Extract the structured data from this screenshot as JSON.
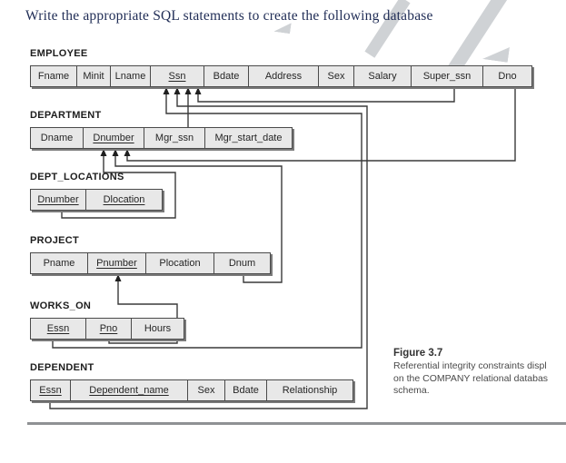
{
  "page": {
    "title": "Write the appropriate SQL statements to create the following database"
  },
  "schema": {
    "tables": [
      {
        "name": "EMPLOYEE",
        "columns": [
          {
            "label": "Fname",
            "pk": false
          },
          {
            "label": "Minit",
            "pk": false
          },
          {
            "label": "Lname",
            "pk": false
          },
          {
            "label": "Ssn",
            "pk": true
          },
          {
            "label": "Bdate",
            "pk": false
          },
          {
            "label": "Address",
            "pk": false
          },
          {
            "label": "Sex",
            "pk": false
          },
          {
            "label": "Salary",
            "pk": false
          },
          {
            "label": "Super_ssn",
            "pk": false
          },
          {
            "label": "Dno",
            "pk": false
          }
        ]
      },
      {
        "name": "DEPARTMENT",
        "columns": [
          {
            "label": "Dname",
            "pk": false
          },
          {
            "label": "Dnumber",
            "pk": true
          },
          {
            "label": "Mgr_ssn",
            "pk": false
          },
          {
            "label": "Mgr_start_date",
            "pk": false
          }
        ]
      },
      {
        "name": "DEPT_LOCATIONS",
        "columns": [
          {
            "label": "Dnumber",
            "pk": true
          },
          {
            "label": "Dlocation",
            "pk": true
          }
        ]
      },
      {
        "name": "PROJECT",
        "columns": [
          {
            "label": "Pname",
            "pk": false
          },
          {
            "label": "Pnumber",
            "pk": true
          },
          {
            "label": "Plocation",
            "pk": false
          },
          {
            "label": "Dnum",
            "pk": false
          }
        ]
      },
      {
        "name": "WORKS_ON",
        "columns": [
          {
            "label": "Essn",
            "pk": true
          },
          {
            "label": "Pno",
            "pk": true
          },
          {
            "label": "Hours",
            "pk": false
          }
        ]
      },
      {
        "name": "DEPENDENT",
        "columns": [
          {
            "label": "Essn",
            "pk": true
          },
          {
            "label": "Dependent_name",
            "pk": true
          },
          {
            "label": "Sex",
            "pk": false
          },
          {
            "label": "Bdate",
            "pk": false
          },
          {
            "label": "Relationship",
            "pk": false
          }
        ]
      }
    ],
    "relationships": [
      {
        "from": "WORKS_ON.Essn",
        "to": "EMPLOYEE.Ssn"
      },
      {
        "from": "DEPENDENT.Essn",
        "to": "EMPLOYEE.Ssn"
      },
      {
        "from": "DEPARTMENT.Mgr_ssn",
        "to": "EMPLOYEE.Ssn"
      },
      {
        "from": "EMPLOYEE.Super_ssn",
        "to": "EMPLOYEE.Ssn"
      },
      {
        "from": "DEPT_LOCATIONS.Dnumber",
        "to": "DEPARTMENT.Dnumber"
      },
      {
        "from": "PROJECT.Dnum",
        "to": "DEPARTMENT.Dnumber"
      },
      {
        "from": "EMPLOYEE.Dno",
        "to": "DEPARTMENT.Dnumber"
      },
      {
        "from": "WORKS_ON.Pno",
        "to": "PROJECT.Pnumber"
      }
    ]
  },
  "figure_caption": {
    "label": "Figure 3.7",
    "lines": [
      "Referential integrity constraints displ",
      "on the COMPANY relational databas",
      "schema."
    ]
  }
}
